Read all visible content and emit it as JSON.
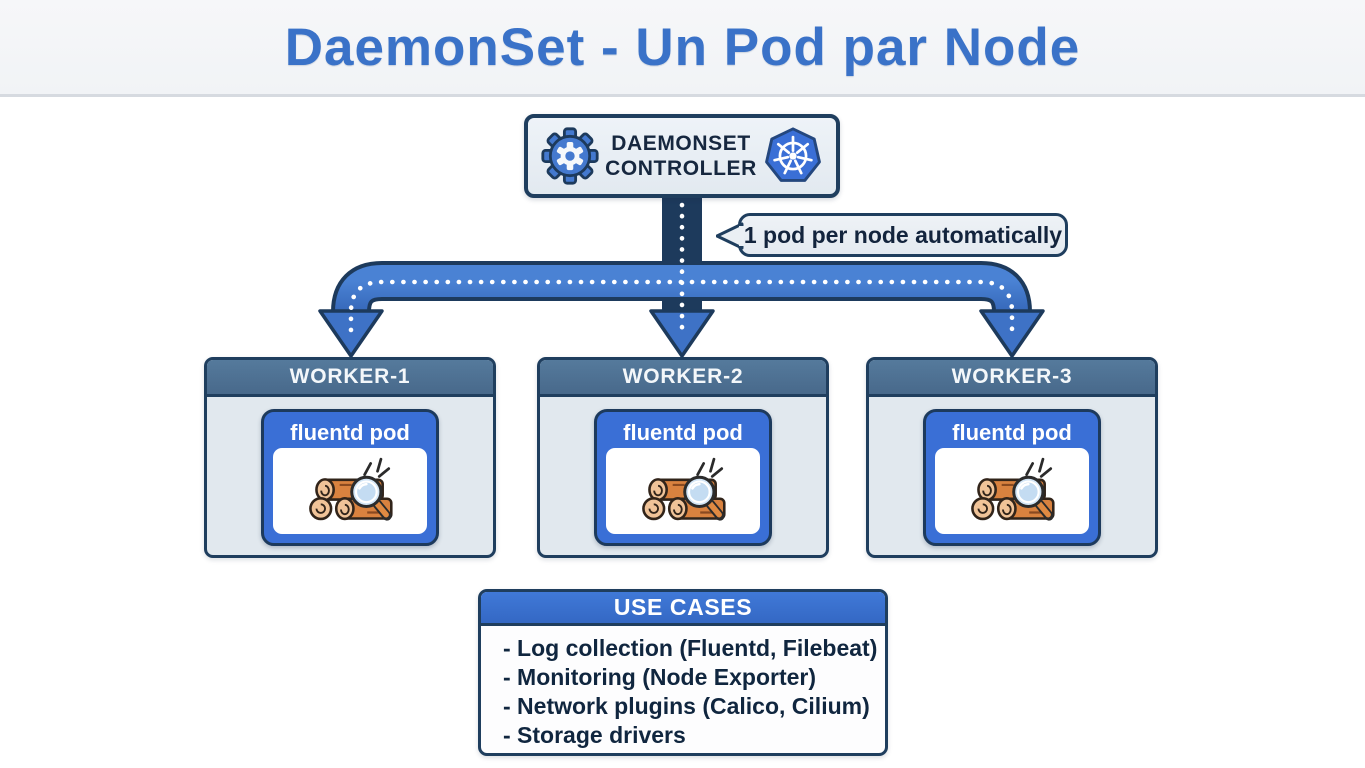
{
  "page": {
    "title": "DaemonSet - Un Pod par Node"
  },
  "controller": {
    "label_line1": "DAEMONSET",
    "label_line2": "CONTROLLER",
    "left_icon": "gear-icon",
    "right_icon": "kubernetes-wheel-icon"
  },
  "callout": {
    "text": "1 pod per node automatically"
  },
  "workers": [
    {
      "title": "WORKER-1",
      "pod_label": "fluentd pod",
      "pod_icon": "logs-magnifier-icon"
    },
    {
      "title": "WORKER-2",
      "pod_label": "fluentd pod",
      "pod_icon": "logs-magnifier-icon"
    },
    {
      "title": "WORKER-3",
      "pod_label": "fluentd pod",
      "pod_icon": "logs-magnifier-icon"
    }
  ],
  "use_cases": {
    "title": "USE CASES",
    "items": [
      "- Log collection (Fluentd, Filebeat)",
      "- Monitoring (Node Exporter)",
      "- Network plugins (Calico, Cilium)",
      "- Storage drivers"
    ]
  },
  "colors": {
    "title_blue": "#3a72c8",
    "border_navy": "#1f3e5e",
    "arrow_blue": "#3e72c6",
    "worker_header_slate": "#4d7396",
    "worker_body": "#e1e8ee",
    "pod_blue": "#3a6fd6",
    "usecases_header_blue": "#3b74d4",
    "log_orange": "#d9823f",
    "log_end_tan": "#f0c398",
    "lens_blue": "#d4e6f6"
  }
}
